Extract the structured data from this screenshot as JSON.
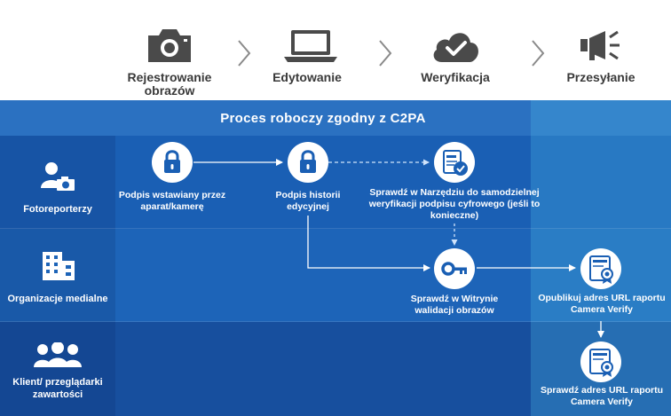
{
  "stages": [
    {
      "label": "Rejestrowanie obrazów",
      "icon": "camera-icon"
    },
    {
      "label": "Edytowanie",
      "icon": "laptop-icon"
    },
    {
      "label": "Weryfikacja",
      "icon": "cloud-check-icon"
    },
    {
      "label": "Przesyłanie",
      "icon": "megaphone-icon"
    }
  ],
  "banner": {
    "title": "Proces roboczy zgodny z C2PA"
  },
  "lanes": [
    {
      "label": "Fotoreporterzy",
      "icon": "photographer-icon"
    },
    {
      "label": "Organizacje medialne",
      "icon": "building-icon"
    },
    {
      "label": "Klient/ przeglądarki zawartości",
      "icon": "users-group-icon"
    }
  ],
  "steps": [
    {
      "text": "Podpis wstawiany przez aparat/kamerę",
      "icon": "lock-icon"
    },
    {
      "text": "Podpis historii edycyjnej",
      "icon": "lock-icon"
    },
    {
      "text": "Sprawdź w Narzędziu do samodzielnej weryfikacji podpisu cyfrowego (jeśli to konieczne)",
      "icon": "verify-document-icon"
    },
    {
      "text": "Sprawdź w Witrynie walidacji obrazów",
      "icon": "key-icon"
    },
    {
      "text": "Opublikuj adres URL raportu Camera Verify",
      "icon": "certificate-icon"
    },
    {
      "text": "Sprawdź adres URL raportu Camera Verify",
      "icon": "certificate-icon"
    }
  ],
  "colors": {
    "band_light": "#2b71c1",
    "band_mid": "#1a5fb4",
    "band_dark": "#174f9e",
    "highlight_column": "#2a8ed1",
    "icon_gray": "#4a4a4a"
  }
}
